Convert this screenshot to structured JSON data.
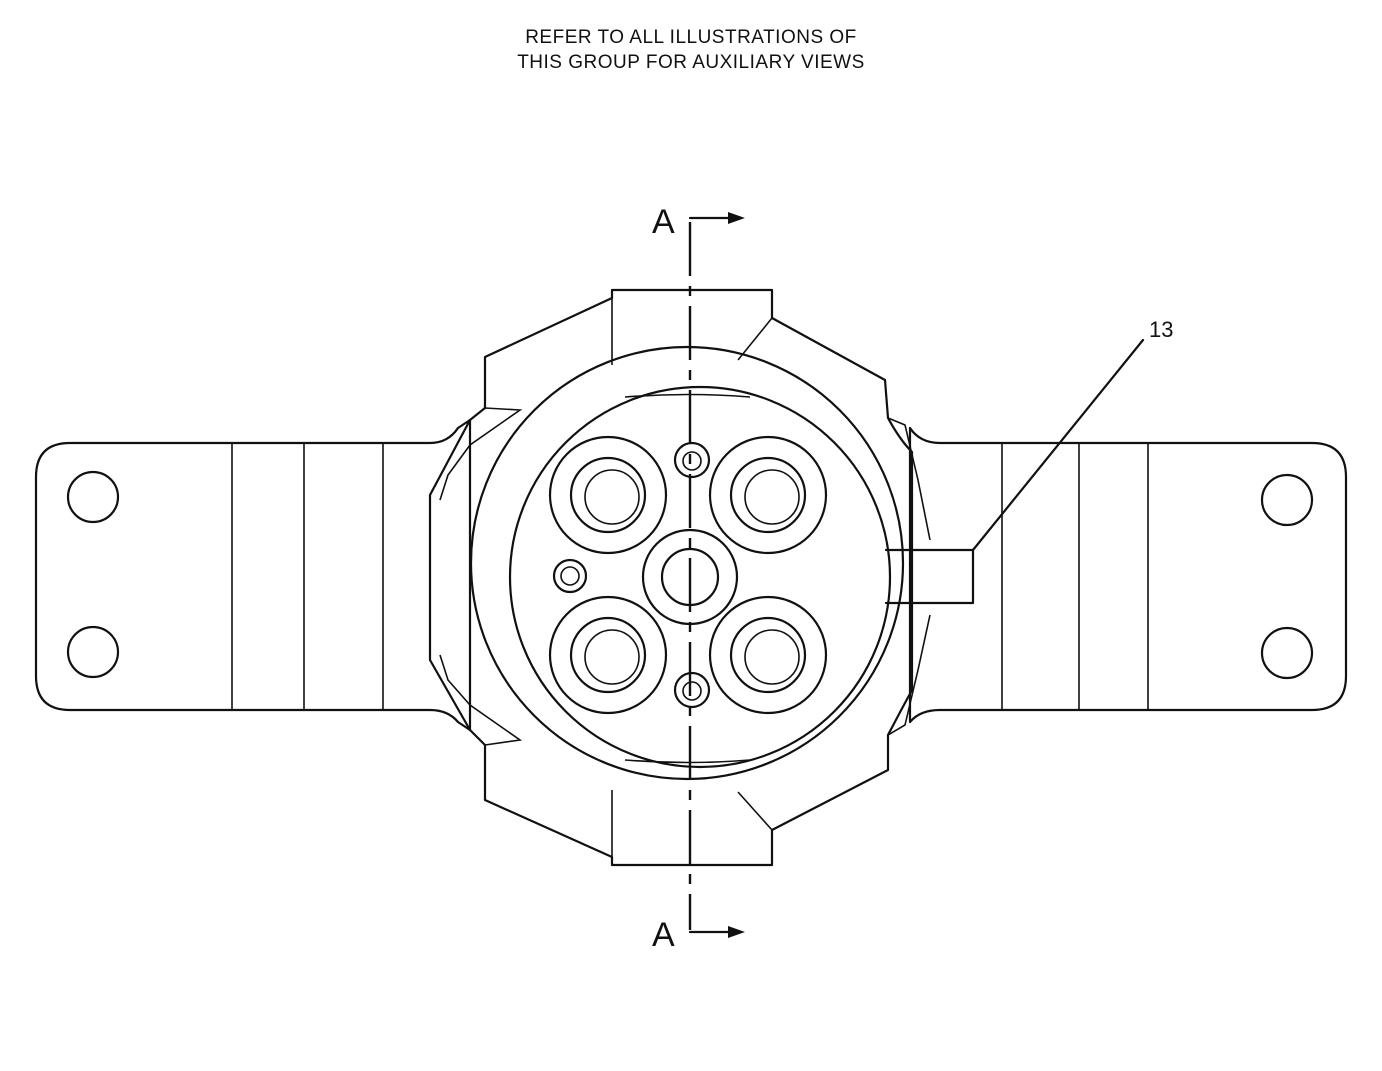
{
  "note": {
    "line1": "REFER TO ALL ILLUSTRATIONS OF",
    "line2": "THIS GROUP FOR AUXILIARY VIEWS"
  },
  "section": {
    "top_label": "A",
    "bottom_label": "A"
  },
  "callouts": [
    {
      "label": "13"
    }
  ]
}
